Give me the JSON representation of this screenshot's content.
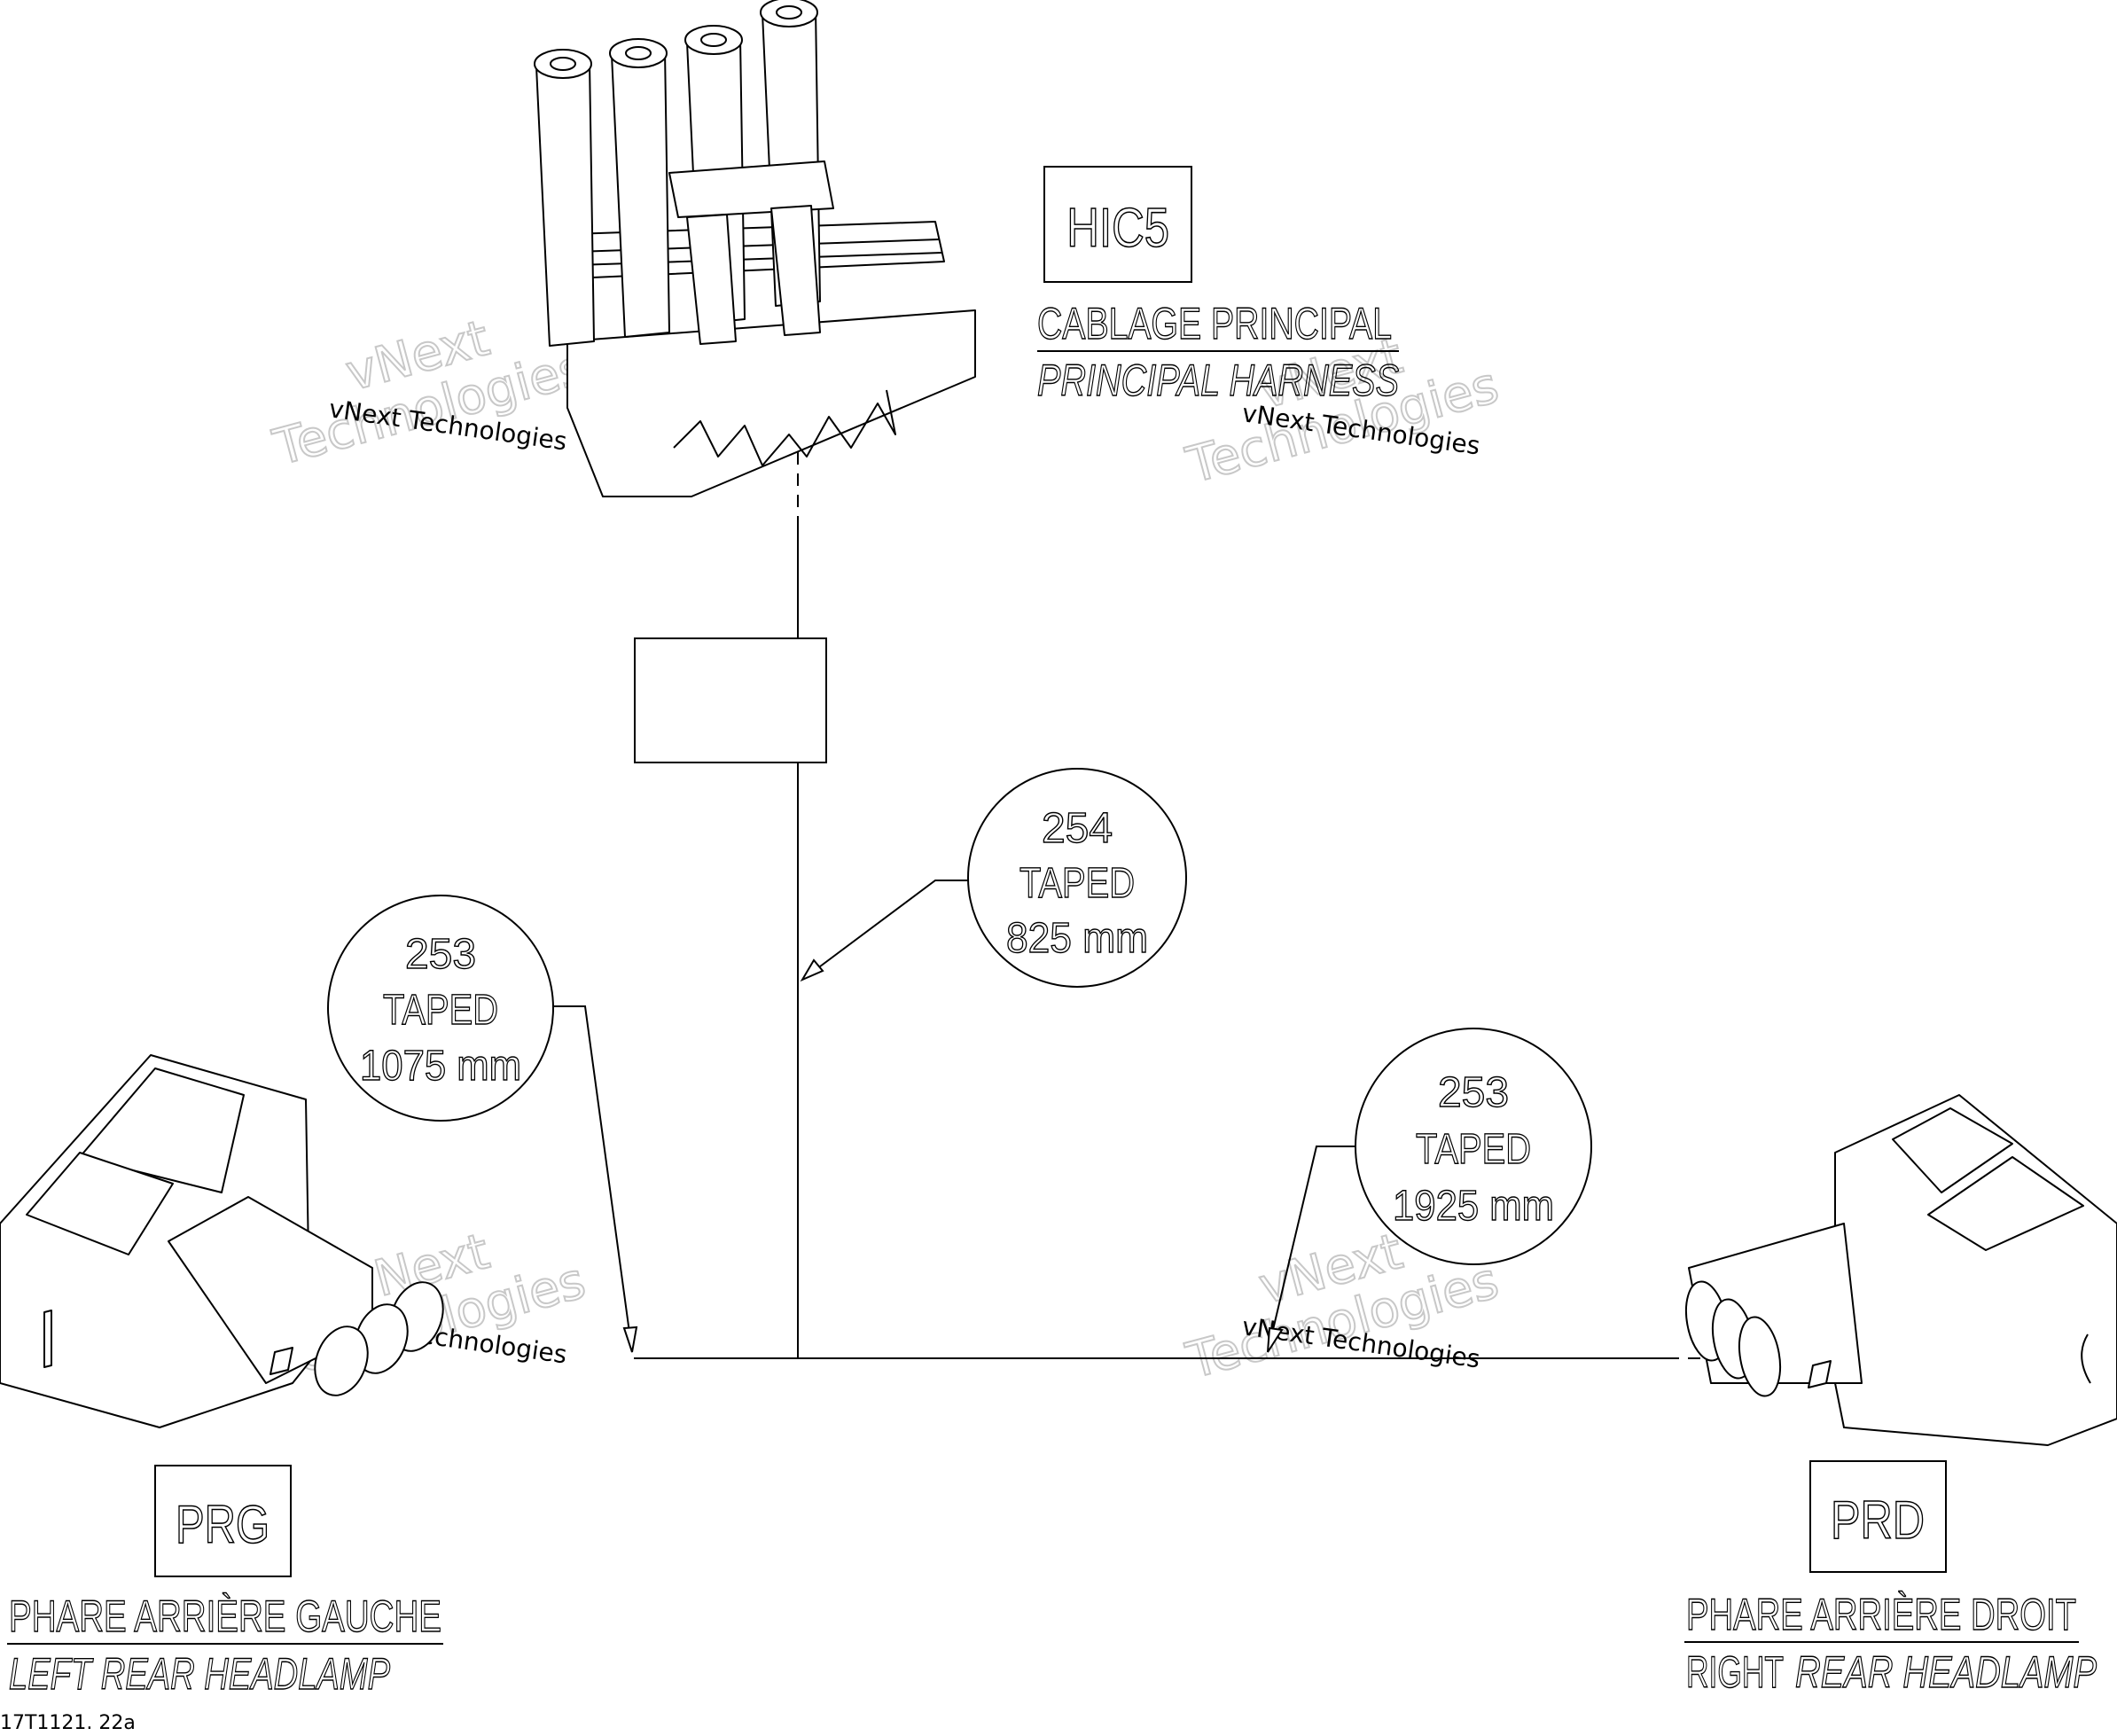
{
  "connectors": {
    "hic5": {
      "code": "HIC5",
      "label_fr": "CABLAGE PRINCIPAL",
      "label_en": "PRINCIPAL HARNESS"
    },
    "prg": {
      "code": "PRG",
      "label_fr": "PHARE ARRIÈRE GAUCHE",
      "label_en": "LEFT REAR HEADLAMP"
    },
    "prd": {
      "code": "PRD",
      "label_fr": "PHARE ARRIÈRE DROIT",
      "label_en_plain": "RIGHT",
      "label_en_italic": "REAR HEADLAMP"
    }
  },
  "callouts": {
    "c254": {
      "num": "254",
      "kind": "TAPED",
      "len": "825 mm"
    },
    "c253_left": {
      "num": "253",
      "kind": "TAPED",
      "len": "1075 mm"
    },
    "c253_right": {
      "num": "253",
      "kind": "TAPED",
      "len": "1925 mm"
    }
  },
  "watermark": {
    "brand_top": "vNext",
    "brand_bottom": "Technologies",
    "small": "vNext Technologies"
  },
  "footer": {
    "ref": "17T1121. 22a"
  },
  "colors": {
    "ink": "#000000",
    "watermark": "#c8c8c8"
  }
}
